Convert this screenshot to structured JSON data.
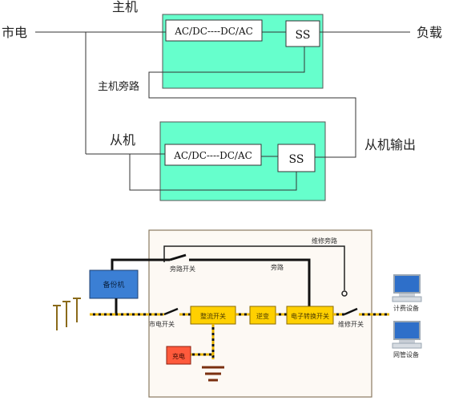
{
  "top_diagram": {
    "labels": {
      "mains": "市电",
      "host": "主机",
      "load": "负载",
      "host_bypass": "主机旁路",
      "slave": "从机",
      "slave_output": "从机输出"
    },
    "host_converter": "AC/DC----DC/AC",
    "host_switch": "SS",
    "slave_converter": "AC/DC----DC/AC",
    "slave_switch": "SS",
    "colors": {
      "unit_fill": "#66ffcc",
      "line": "#333333"
    }
  },
  "bottom_diagram": {
    "labels": {
      "maintenance_bypass": "维修旁路",
      "bypass_switch": "旁路开关",
      "bypass": "旁路",
      "backup_unit": "备份机",
      "mains_switch": "市电开关",
      "rectifier": "整流开关",
      "inverter": "逆变",
      "static_switch": "电子转换开关",
      "maintenance_switch": "维修开关",
      "battery": "充电",
      "computer_1": "计费设备",
      "computer_2": "网管设备"
    },
    "colors": {
      "box_fill": "#ffd000",
      "backup_fill": "#3b7fd4",
      "battery_fill": "#ff5a3c",
      "frame_fill": "#fdf9f4",
      "wire": "#111111",
      "power_line": "#e8b400"
    }
  }
}
